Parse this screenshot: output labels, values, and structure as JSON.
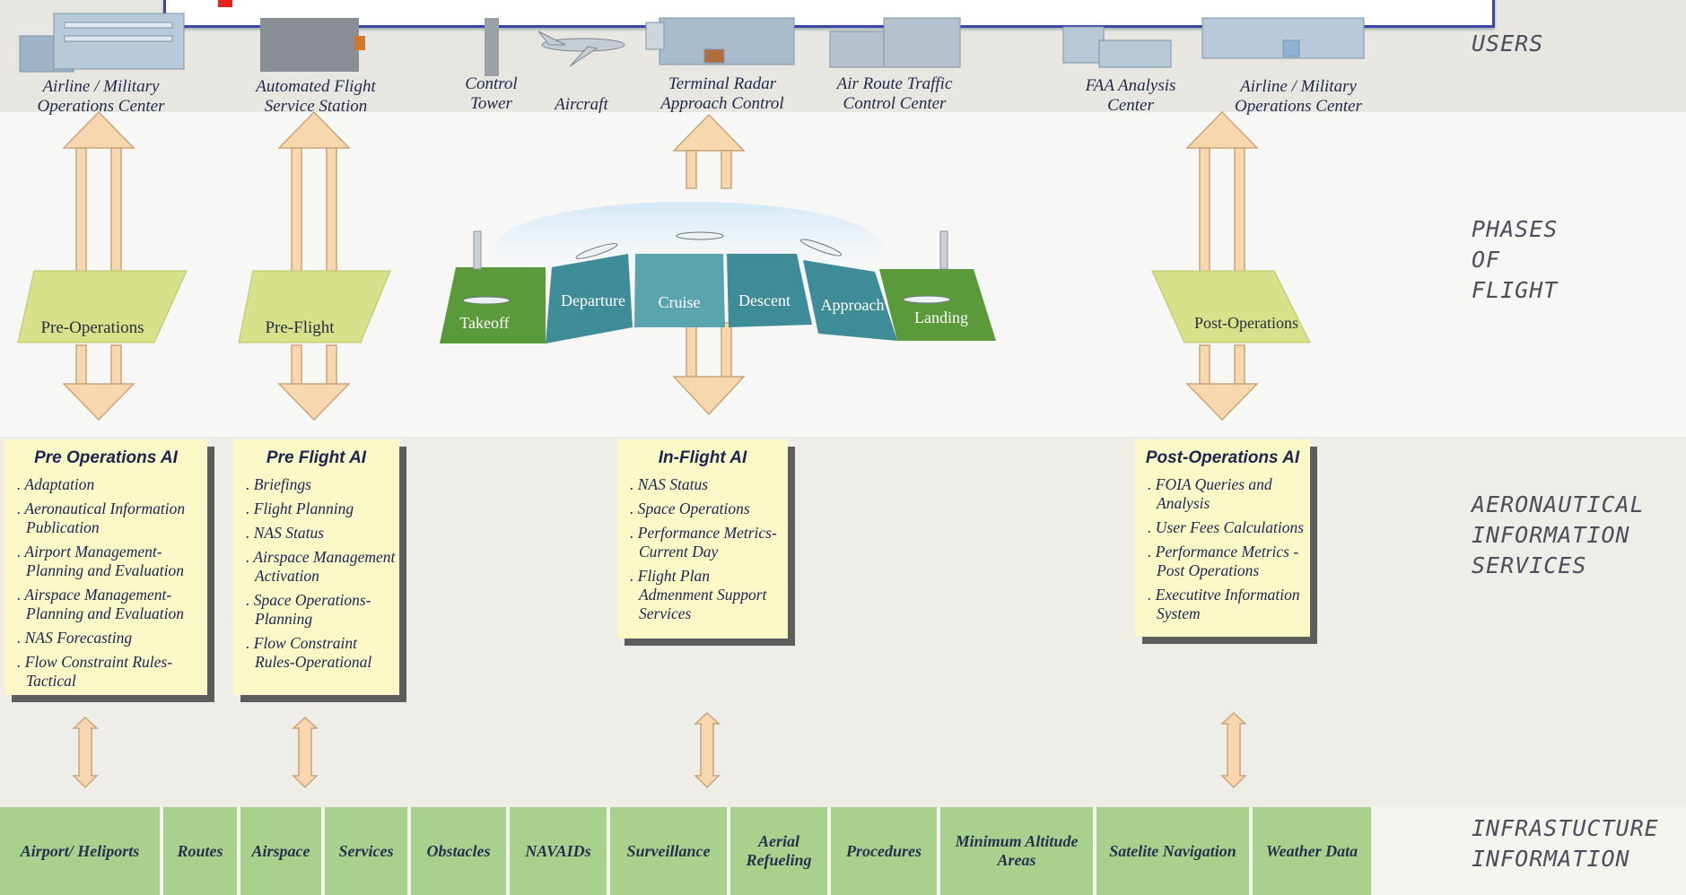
{
  "users": [
    {
      "label": "Airline / Military\nOperations Center"
    },
    {
      "label": "Automated Flight\nService Station"
    },
    {
      "label": "Control\nTower"
    },
    {
      "label": "Aircraft"
    },
    {
      "label": "Terminal Radar\nApproach Control"
    },
    {
      "label": "Air Route Traffic\nControl Center"
    },
    {
      "label": "FAA Analysis\nCenter"
    },
    {
      "label": "Airline / Military\nOperations Center"
    }
  ],
  "section_labels": {
    "users": "USERS",
    "phases": "PHASES\nOF\nFLIGHT",
    "ais": "AERONAUTICAL\nINFORMATION\nSERVICES",
    "infra": "INFRASTUCTURE\nINFORMATION"
  },
  "phases": {
    "pre_operations": "Pre-Operations",
    "pre_flight": "Pre-Flight",
    "post_operations": "Post-Operations",
    "in_flight": [
      "Takeoff",
      "Departure",
      "Cruise",
      "Descent",
      "Approach",
      "Landing"
    ]
  },
  "ai_boxes": [
    {
      "title": "Pre Operations AI",
      "items": [
        ". Adaptation",
        ". Aeronautical Information Publication",
        ". Airport Management-Planning and Evaluation",
        ". Airspace Management-Planning and Evaluation",
        ". NAS Forecasting",
        ". Flow Constraint Rules-Tactical"
      ]
    },
    {
      "title": "Pre Flight AI",
      "items": [
        ". Briefings",
        ". Flight Planning",
        ". NAS Status",
        ". Airspace Management Activation",
        ". Space Operations-Planning",
        ". Flow Constraint Rules-Operational"
      ]
    },
    {
      "title": "In-Flight AI",
      "items": [
        ". NAS Status",
        ". Space Operations",
        ". Performance Metrics-Current Day",
        ". Flight Plan Admenment Support Services"
      ]
    },
    {
      "title": "Post-Operations AI",
      "items": [
        ". FOIA Queries and Analysis",
        ". User Fees Calculations",
        ". Performance Metrics - Post Operations",
        ". Executitve Information System"
      ]
    }
  ],
  "infrastructure": [
    "Airport/ Heliports",
    "Routes",
    "Airspace",
    "Services",
    "Obstacles",
    "NAVAIDs",
    "Surveillance",
    "Aerial Refueling",
    "Procedures",
    "Minimum  Altitude Areas",
    "Satelite Navigation",
    "Weather  Data"
  ],
  "colors": {
    "arrow_fill": "#f7d7ae",
    "arrow_stroke": "#c9a57a",
    "pad_yellow": "#d8e08a",
    "green_phase": "#5b9a3a",
    "teal_phase": "#3f8c99",
    "infra_green": "#a9d18e",
    "ai_box": "#fbf8c8",
    "top_bar_border": "#3a46a8",
    "top_bar_mark": "#e8231d"
  }
}
